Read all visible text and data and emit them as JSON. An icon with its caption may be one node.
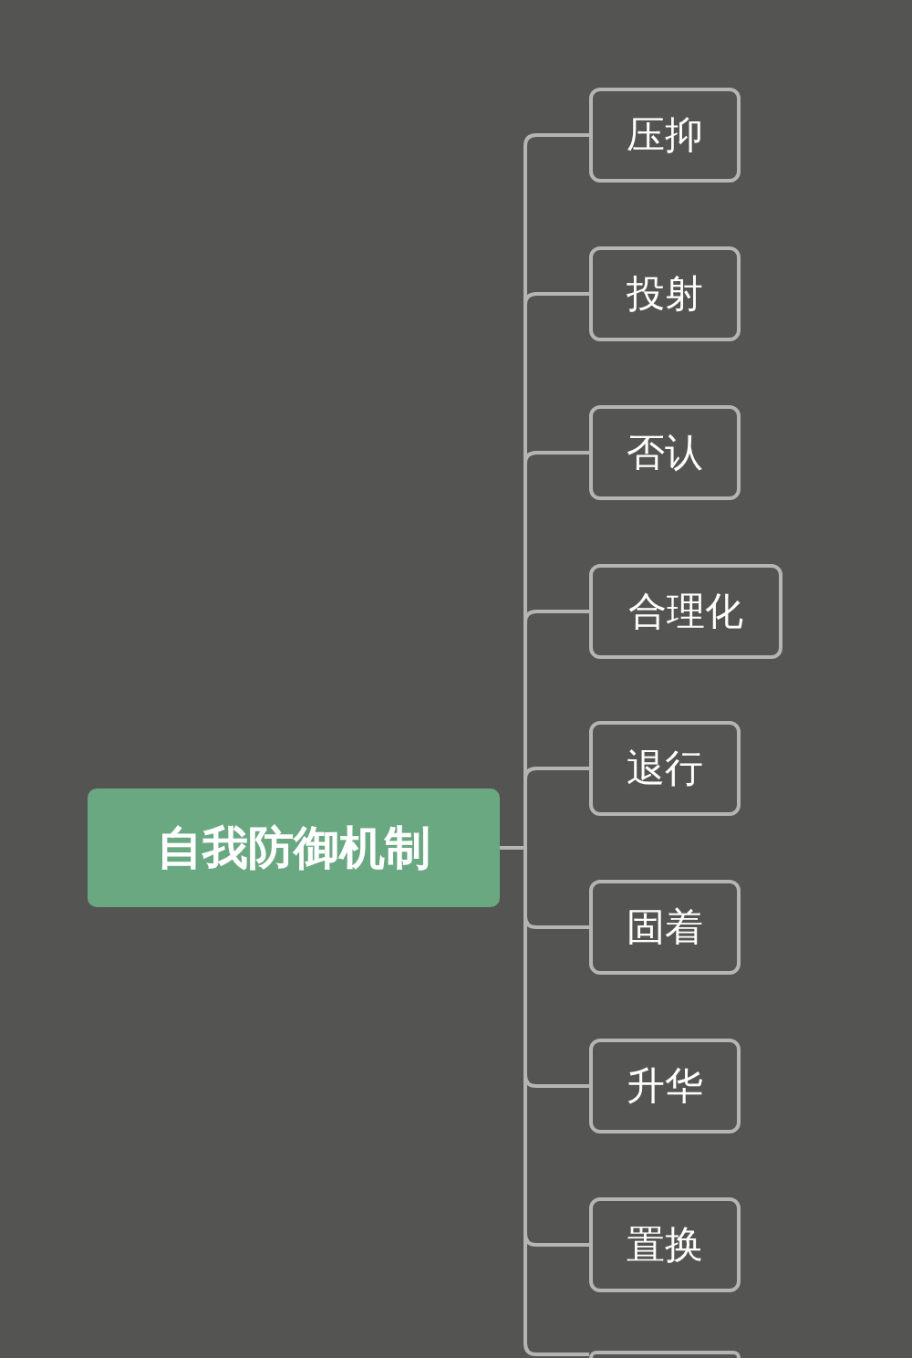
{
  "diagram": {
    "nodes": [
      {
        "text": [
          "自我防御机制"
        ]
      },
      {
        "text": [
          "压抑"
        ]
      },
      {
        "text": [
          "投射"
        ]
      },
      {
        "text": [
          "否认"
        ]
      },
      {
        "text": [
          "合理化"
        ]
      },
      {
        "text": [
          "退行"
        ]
      },
      {
        "text": [
          "固着"
        ]
      },
      {
        "text": [
          "升华"
        ]
      },
      {
        "text": [
          "置换"
        ]
      },
      {
        "text": [],
        "shape": "box"
      }
    ],
    "edges": [
      {
        "from": 0,
        "to": 1,
        "arrow": "none"
      },
      {
        "from": 0,
        "to": 2,
        "arrow": "none"
      },
      {
        "from": 0,
        "to": 3,
        "arrow": "none"
      },
      {
        "from": 0,
        "to": 4,
        "arrow": "none"
      },
      {
        "from": 0,
        "to": 5,
        "arrow": "none"
      },
      {
        "from": 0,
        "to": 6,
        "arrow": "none"
      },
      {
        "from": 0,
        "to": 7,
        "arrow": "none"
      },
      {
        "from": 0,
        "to": 8,
        "arrow": "none"
      },
      {
        "from": 0,
        "to": 9,
        "arrow": "none"
      }
    ]
  }
}
